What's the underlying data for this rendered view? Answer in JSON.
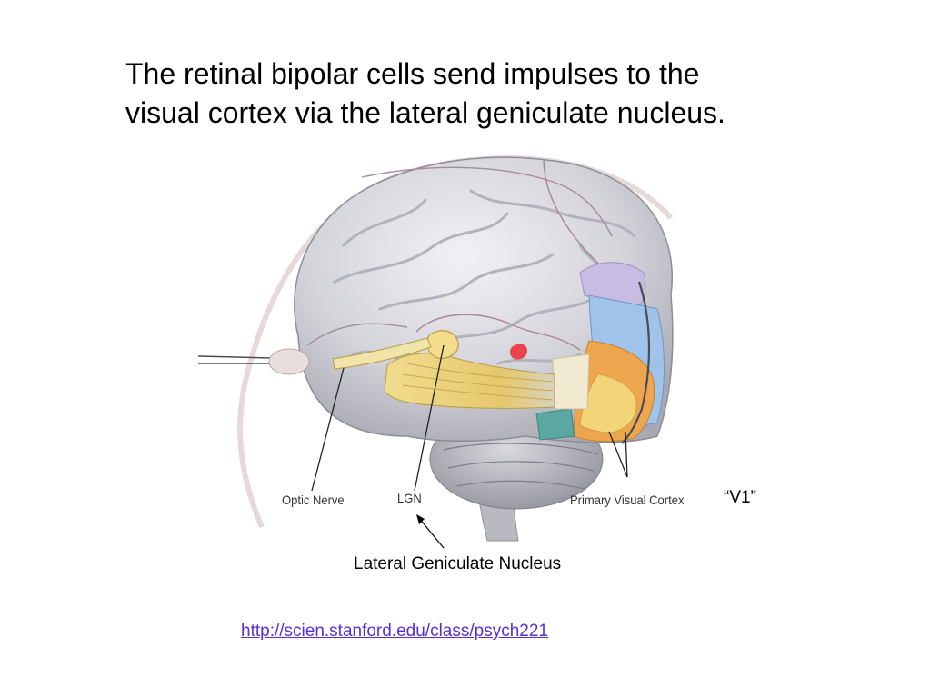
{
  "title": {
    "line1": "The retinal bipolar cells send impulses to the",
    "line2": "visual cortex via the lateral geniculate nucleus."
  },
  "figure": {
    "labels": {
      "optic_nerve": "Optic Nerve",
      "lgn": "LGN",
      "primary_visual_cortex": "Primary Visual Cortex"
    }
  },
  "annotations": {
    "v1": "“V1”",
    "lateral_geniculate_nucleus": "Lateral Geniculate Nucleus"
  },
  "source_link": "http://scien.stanford.edu/class/psych221",
  "colors": {
    "brain_gray": "#cfcfd6",
    "optic_tract_yellow": "#e8cf7a",
    "cortex_orange": "#eea64e",
    "cortex_blue": "#8fb3e0",
    "cortex_purple": "#c3b6dc",
    "cortex_teal": "#5aa8a0",
    "lgn_red": "#e8454a",
    "link_color": "#5a2fd6"
  }
}
